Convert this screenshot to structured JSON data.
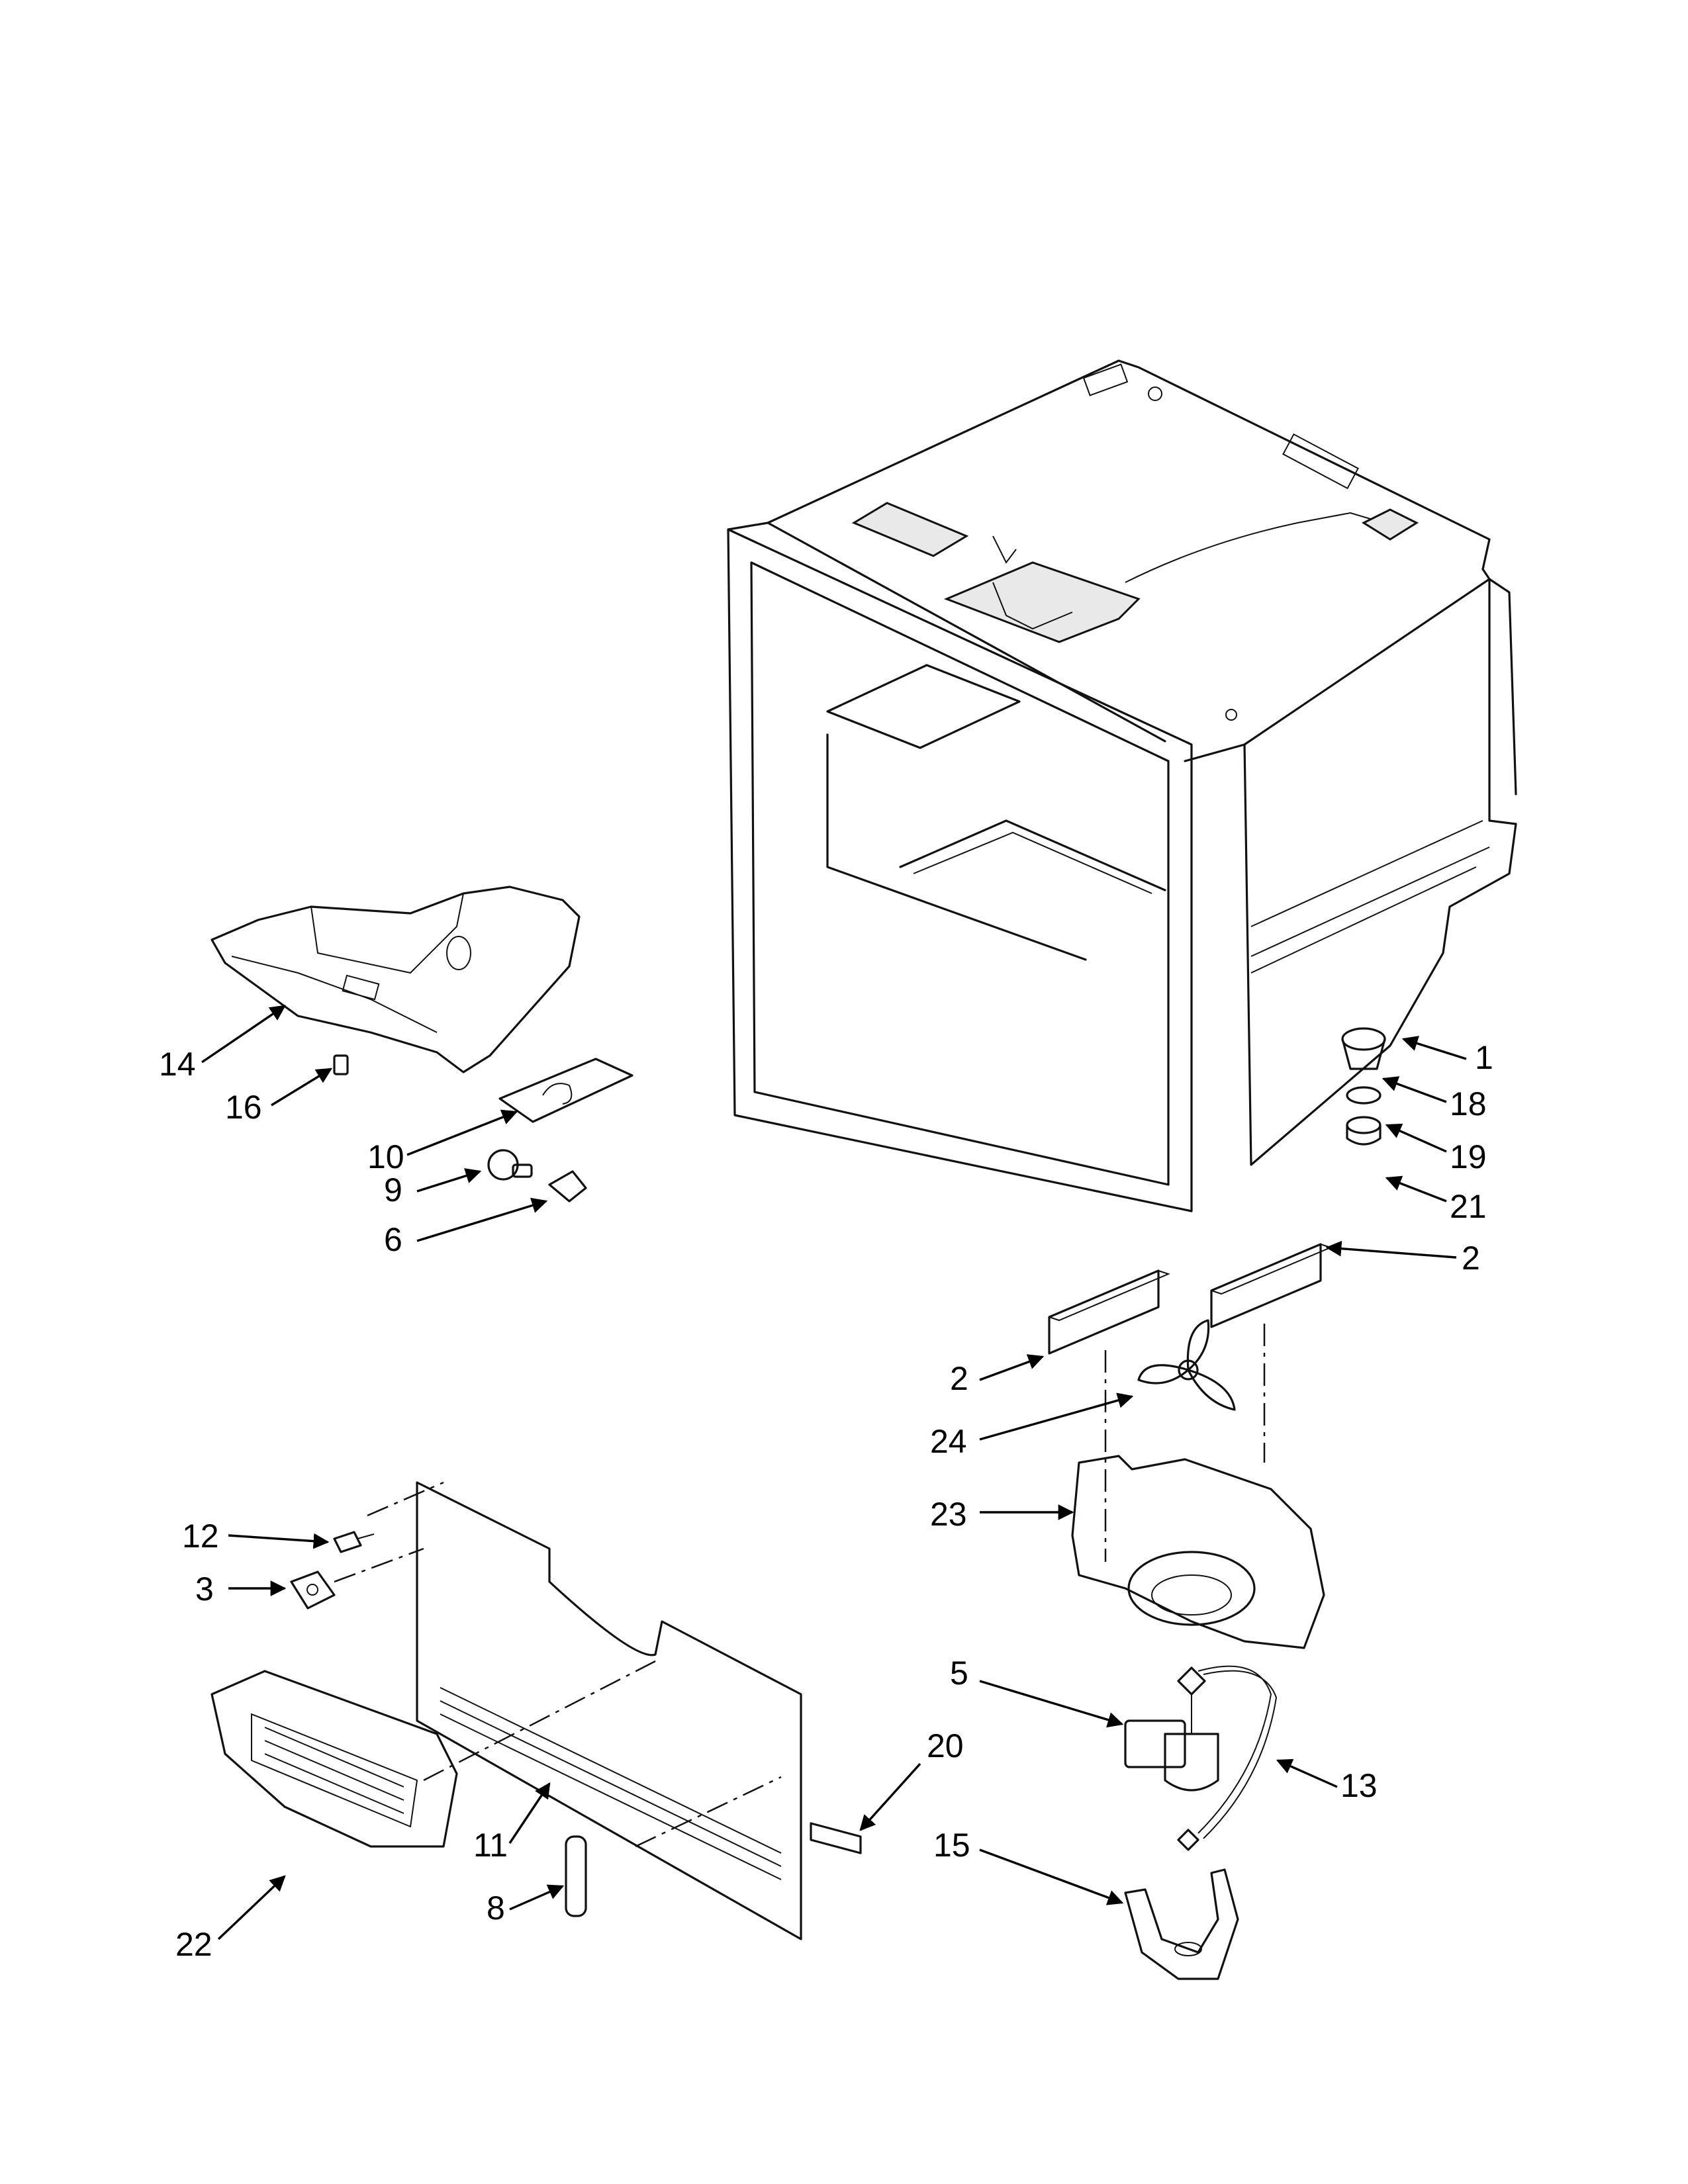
{
  "callouts": [
    {
      "id": "c1",
      "label": "1"
    },
    {
      "id": "c2a",
      "label": "2"
    },
    {
      "id": "c2b",
      "label": "2"
    },
    {
      "id": "c3",
      "label": "3"
    },
    {
      "id": "c5",
      "label": "5"
    },
    {
      "id": "c6",
      "label": "6"
    },
    {
      "id": "c8",
      "label": "8"
    },
    {
      "id": "c9",
      "label": "9"
    },
    {
      "id": "c10",
      "label": "10"
    },
    {
      "id": "c11",
      "label": "11"
    },
    {
      "id": "c12",
      "label": "12"
    },
    {
      "id": "c13",
      "label": "13"
    },
    {
      "id": "c14",
      "label": "14"
    },
    {
      "id": "c15",
      "label": "15"
    },
    {
      "id": "c16",
      "label": "16"
    },
    {
      "id": "c18",
      "label": "18"
    },
    {
      "id": "c19",
      "label": "19"
    },
    {
      "id": "c20",
      "label": "20"
    },
    {
      "id": "c21",
      "label": "21"
    },
    {
      "id": "c22",
      "label": "22"
    },
    {
      "id": "c23",
      "label": "23"
    },
    {
      "id": "c24",
      "label": "24"
    }
  ],
  "colors": {
    "line": "#111111",
    "background": "#ffffff",
    "fill": "#e9e9e9"
  }
}
